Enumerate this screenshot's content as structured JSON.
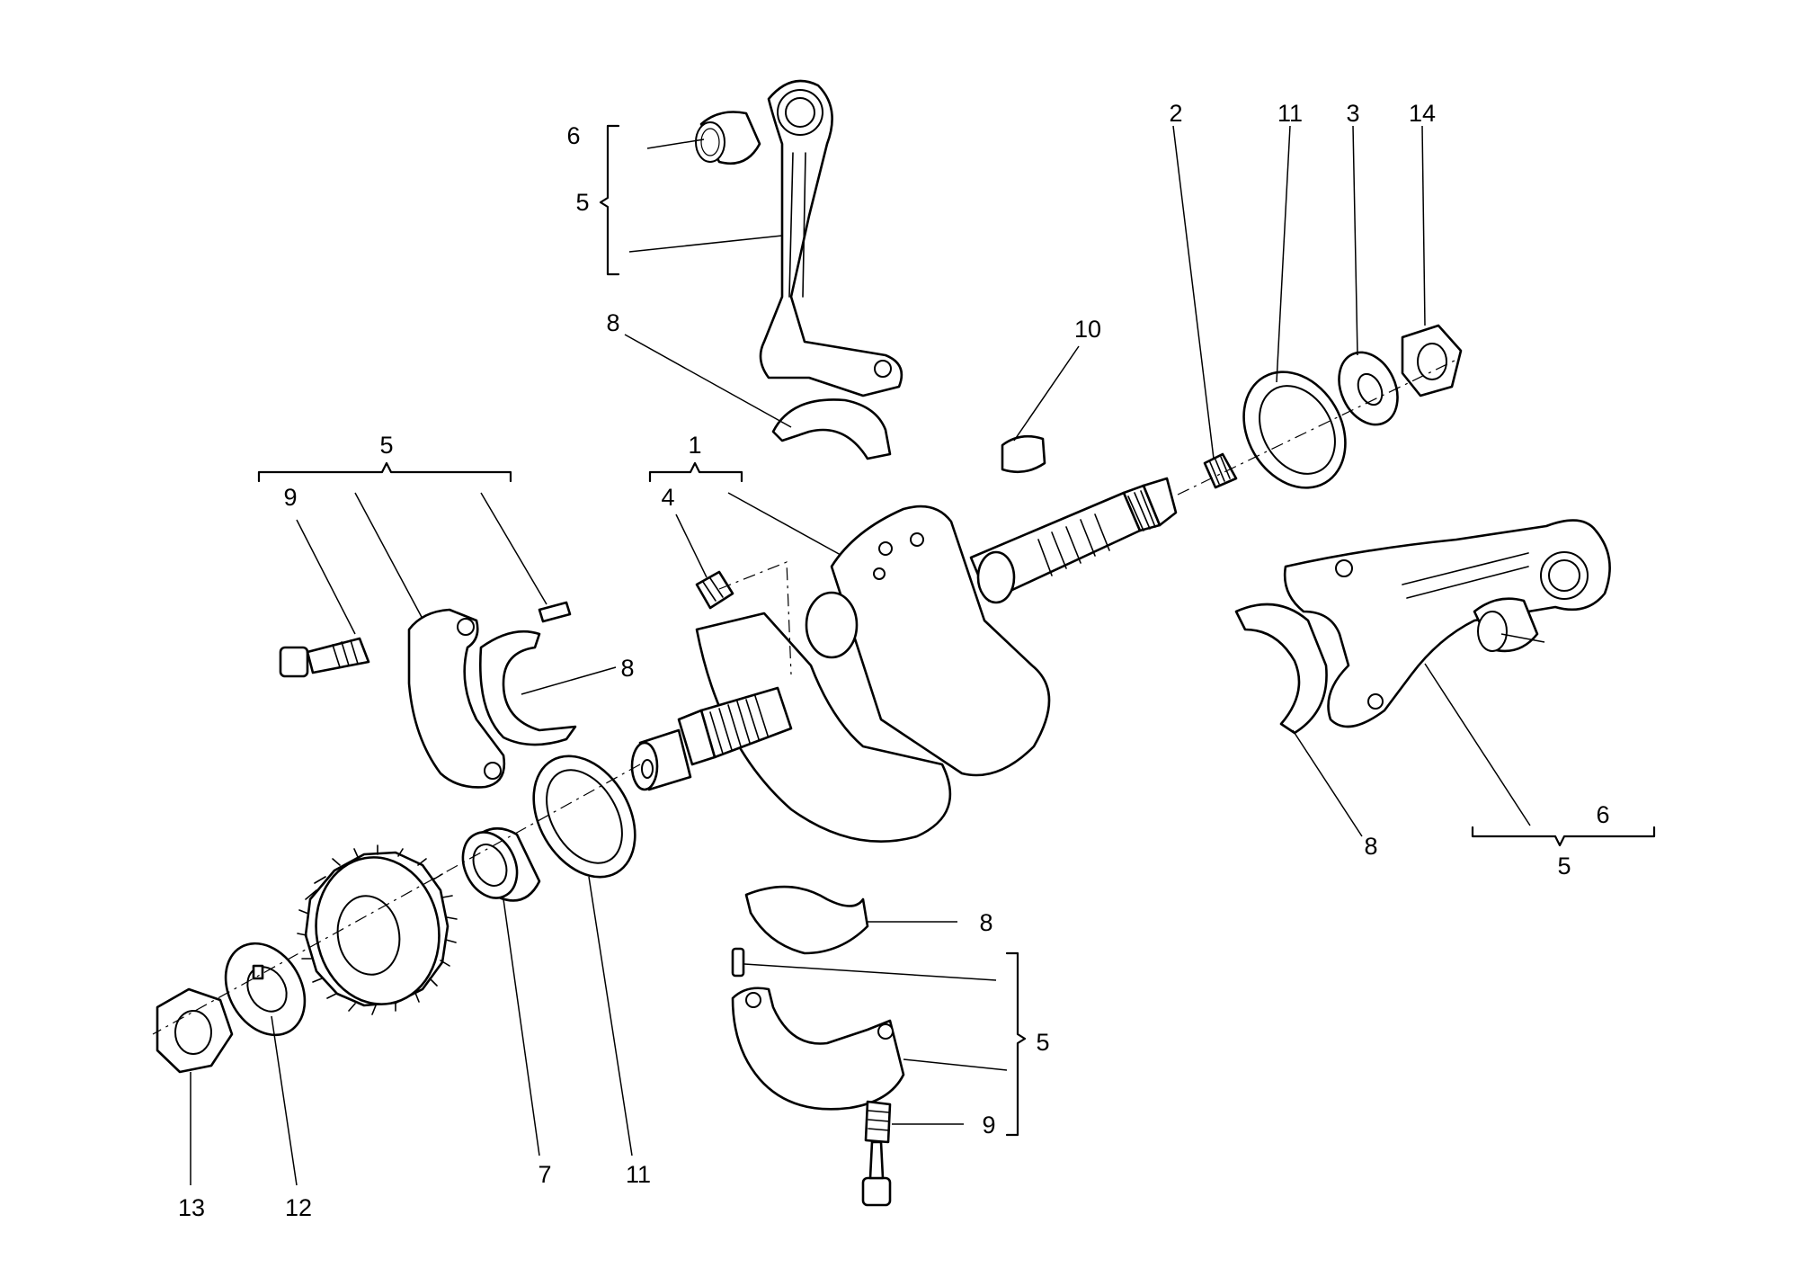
{
  "callouts": {
    "c1": "1",
    "c2": "2",
    "c3": "3",
    "c4": "4",
    "c5a": "5",
    "c5b": "5",
    "c5c": "5",
    "c5d": "5",
    "c6a": "6",
    "c6b": "6",
    "c7": "7",
    "c8a": "8",
    "c8b": "8",
    "c8c": "8",
    "c8d": "8",
    "c9a": "9",
    "c9b": "9",
    "c10": "10",
    "c11a": "11",
    "c11b": "11",
    "c12": "12",
    "c13": "13",
    "c14": "14"
  }
}
